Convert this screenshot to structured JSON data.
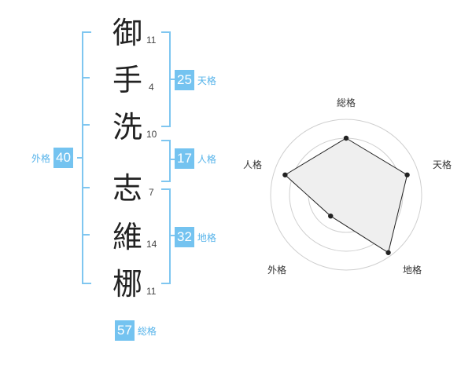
{
  "name": {
    "chars": [
      {
        "char": "御",
        "strokes": "11"
      },
      {
        "char": "手",
        "strokes": "4"
      },
      {
        "char": "洗",
        "strokes": "10"
      },
      {
        "char": "志",
        "strokes": "7"
      },
      {
        "char": "維",
        "strokes": "14"
      },
      {
        "char": "梛",
        "strokes": "11"
      }
    ]
  },
  "fortune": {
    "tenkaku": {
      "value": "25",
      "label": "天格"
    },
    "jinkaku": {
      "value": "17",
      "label": "人格"
    },
    "chikaku": {
      "value": "32",
      "label": "地格"
    },
    "gaikaku": {
      "value": "40",
      "label": "外格"
    },
    "soukaku": {
      "value": "57",
      "label": "総格"
    }
  },
  "radar": {
    "axes": [
      "総格",
      "天格",
      "地格",
      "外格",
      "人格"
    ],
    "levels": [
      0.75,
      0.85,
      0.95,
      0.35,
      0.85
    ]
  },
  "colors": {
    "accent": "#74c3f0",
    "accent_text": "#55b3ea"
  }
}
